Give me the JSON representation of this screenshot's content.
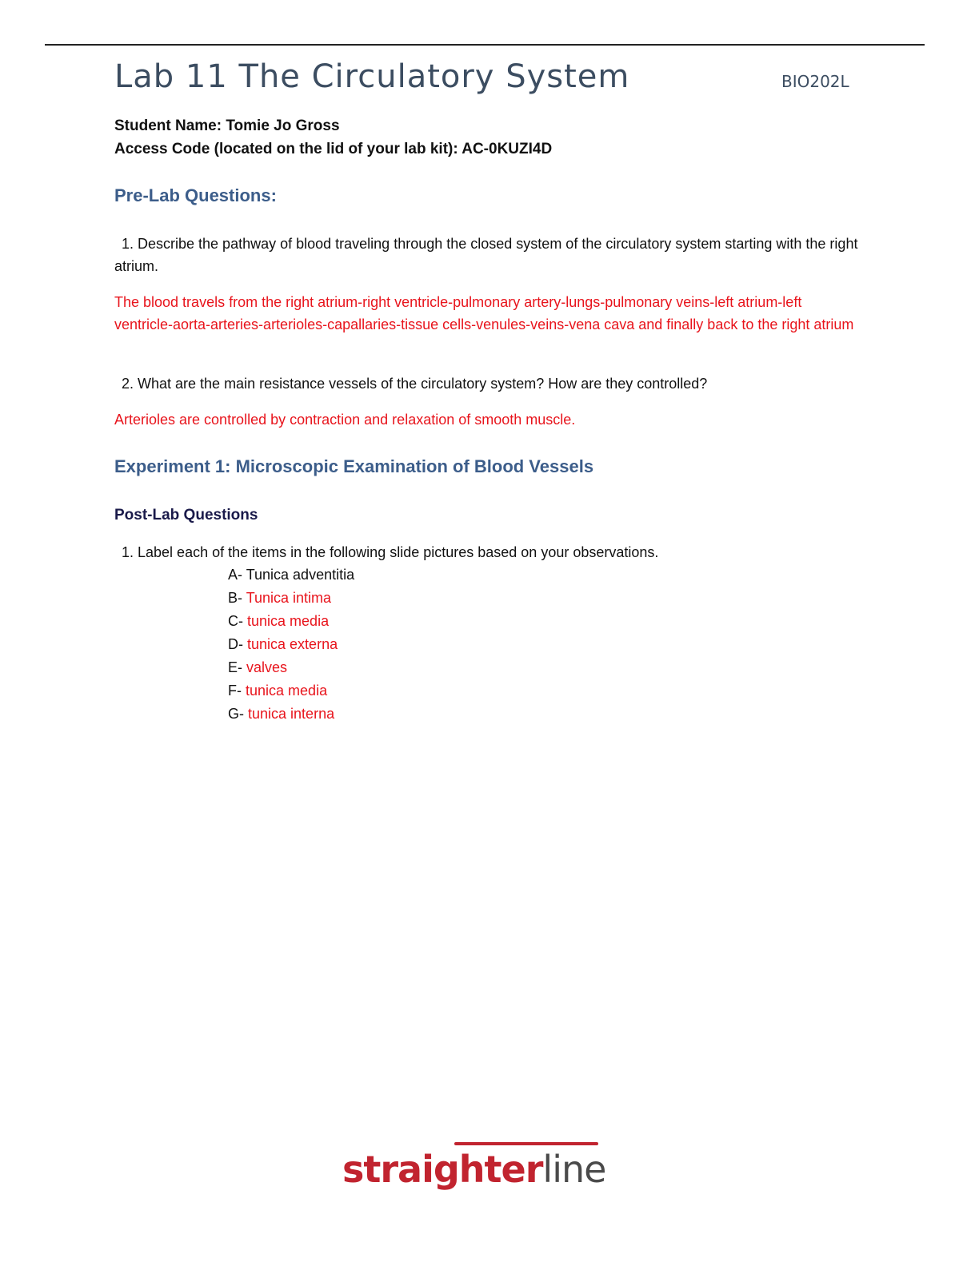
{
  "header": {
    "title": "Lab 11 The Circulatory System",
    "course_code": "BIO202L"
  },
  "student": {
    "name_line": "Student Name: Tomie Jo Gross",
    "access_line": "Access Code (located on the lid of your lab kit): AC-0KUZI4D"
  },
  "prelab": {
    "heading": "Pre-Lab Questions:",
    "q1": "1. Describe the pathway of blood traveling through the closed system of the circulatory system starting with the right atrium.",
    "a1": "The blood travels from the right atrium-right ventricle-pulmonary artery-lungs-pulmonary veins-left atrium-left ventricle-aorta-arteries-arterioles-capallaries-tissue cells-venules-veins-vena cava and finally back to the right atrium",
    "q2": "2. What are the main resistance vessels of the circulatory system? How are they controlled?",
    "a2": "Arterioles are controlled by contraction and relaxation of smooth muscle."
  },
  "experiment1": {
    "heading": "Experiment 1: Microscopic Examination of Blood Vessels",
    "postlab_heading": "Post-Lab Questions",
    "q1": "1. Label each of the items in the following slide pictures based on your observations.",
    "labels": [
      {
        "letter": "A-",
        "answer": "Tunica adventitia"
      },
      {
        "letter": "B-",
        "answer": "Tunica intima"
      },
      {
        "letter": "C-",
        "answer": "tunica media"
      },
      {
        "letter": "D-",
        "answer": "tunica externa"
      },
      {
        "letter": "E-",
        "answer": "valves"
      },
      {
        "letter": "F-",
        "answer": "tunica media"
      },
      {
        "letter": "G-",
        "answer": "tunica interna"
      }
    ]
  },
  "footer": {
    "logo_bold": "straighter",
    "logo_light": "line"
  },
  "colors": {
    "answer_red": "#e8141c",
    "heading_blue": "#3c5d8a",
    "title_slate": "#3c4d61",
    "logo_red": "#c1242f"
  }
}
